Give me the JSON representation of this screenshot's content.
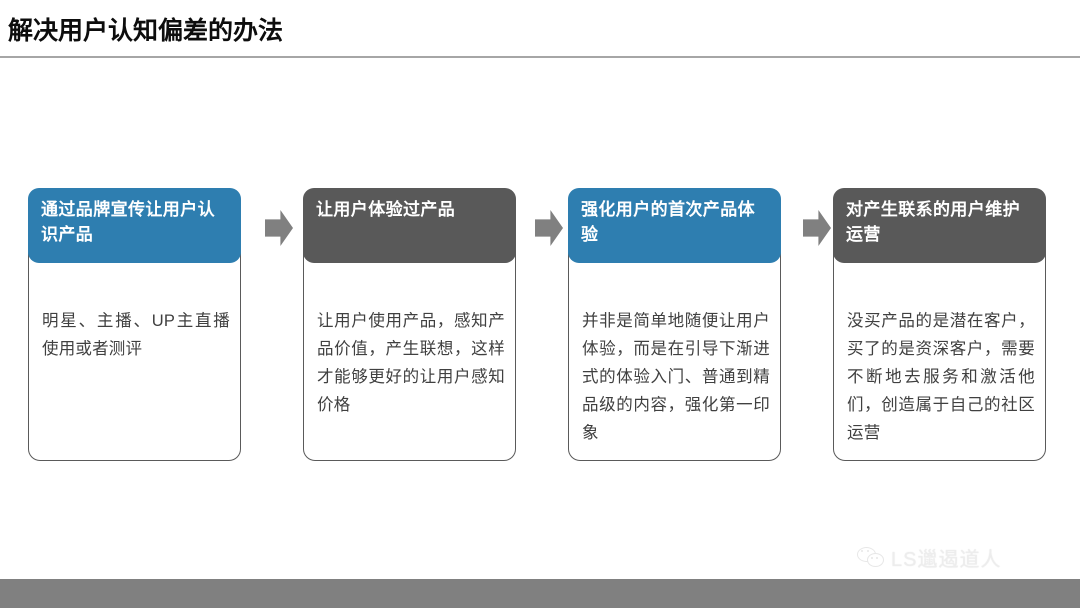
{
  "slide": {
    "title": "解决用户认知偏差的办法",
    "rule_color": "#a6a6a6",
    "background": "#ffffff"
  },
  "flow": {
    "arrow_icon": "arrow-right-icon",
    "arrow_color": "#808080",
    "cards": [
      {
        "header": "通过品牌宣传让用户认识产品",
        "body": "明星、主播、UP主直播使用或者测评",
        "header_color": "#2e7eb0",
        "style": "blue"
      },
      {
        "header": "让用户体验过产品",
        "body": "让用户使用产品，感知产品价值，产生联想，这样才能够更好的让用户感知价格",
        "header_color": "#595959",
        "style": "gray"
      },
      {
        "header": "强化用户的首次产品体验",
        "body": "并非是简单地随便让用户体验，而是在引导下渐进式的体验入门、普通到精品级的内容，强化第一印象",
        "header_color": "#2e7eb0",
        "style": "blue"
      },
      {
        "header": "对产生联系的用户维护运营",
        "body": "没买产品的是潜在客户，买了的是资深客户，需要不断地去服务和激活他们，创造属于自己的社区运营",
        "header_color": "#595959",
        "style": "gray"
      }
    ]
  },
  "watermark": {
    "icon": "wechat-icon",
    "text": "LS邋遏道人",
    "color": "#dcdcdc"
  },
  "bottom_bar": {
    "color": "#808080"
  }
}
